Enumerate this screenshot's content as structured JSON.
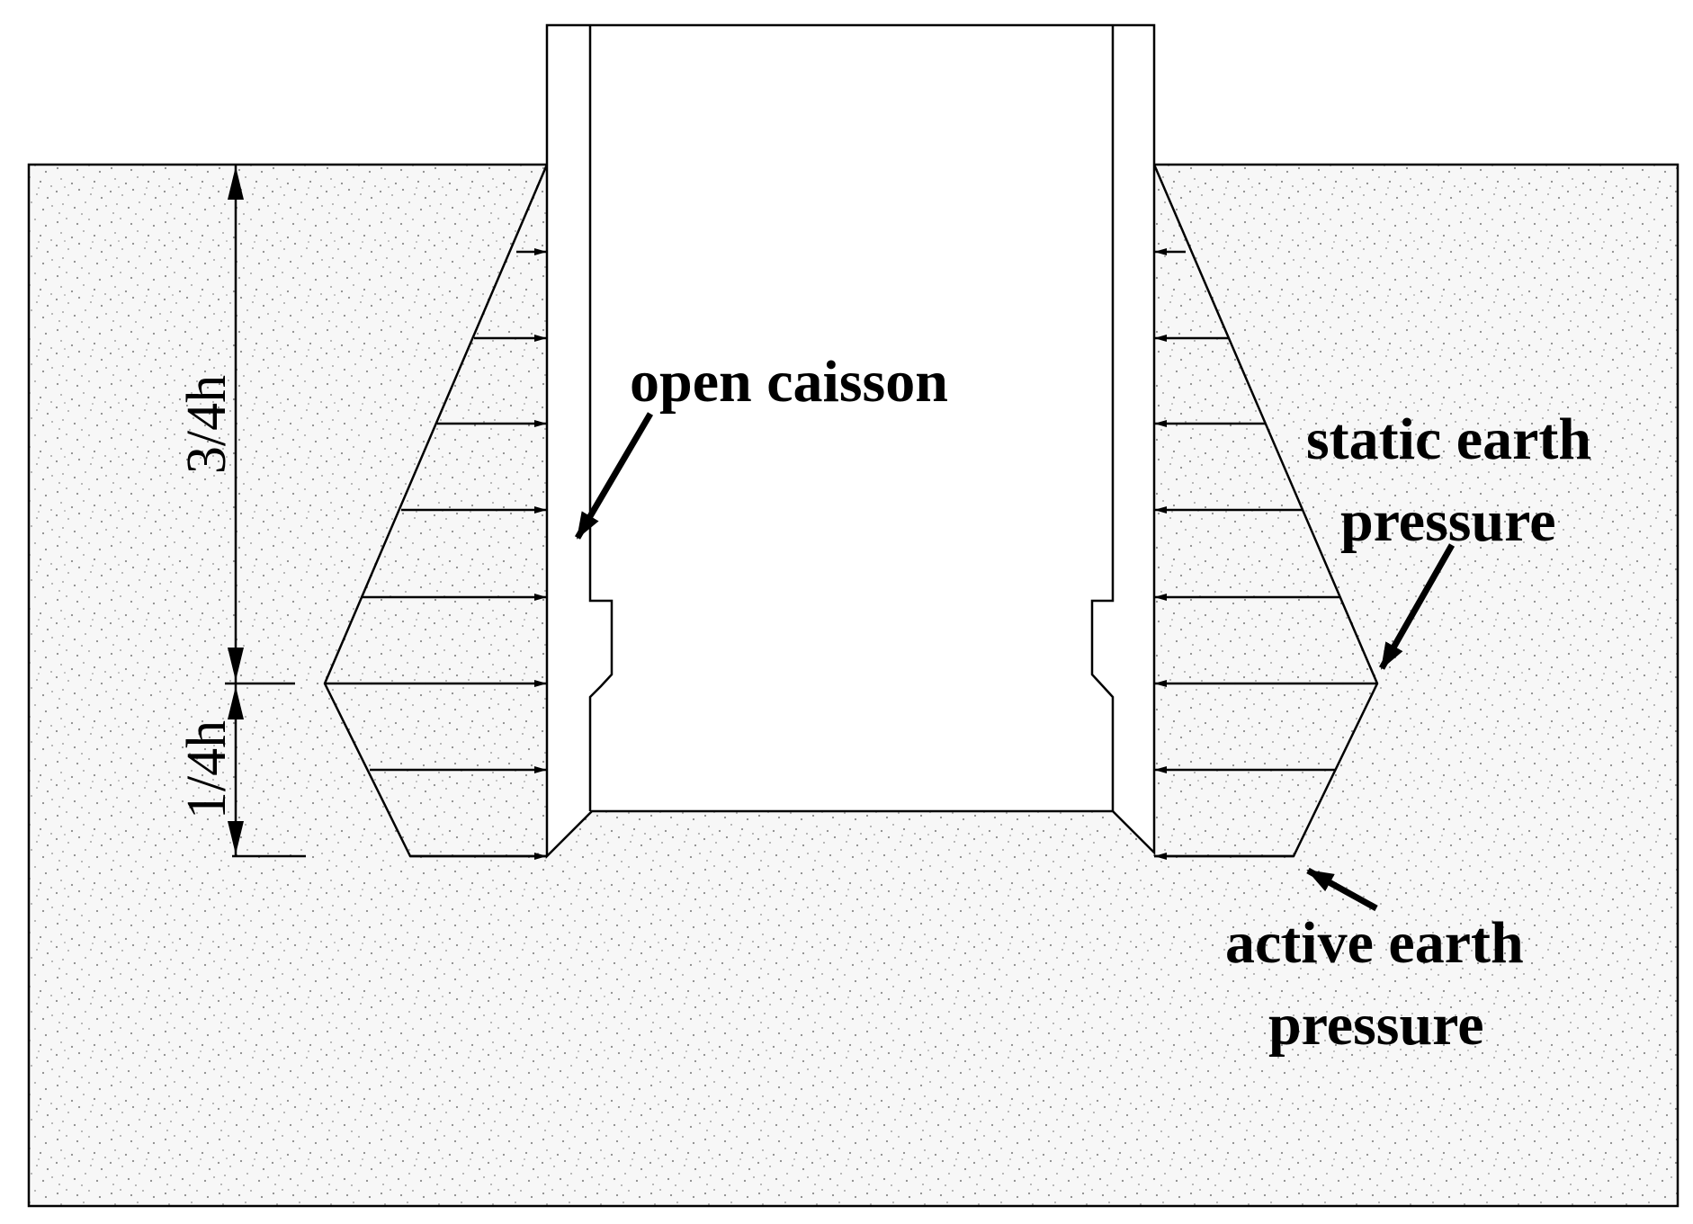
{
  "labels": {
    "open_caisson": "open caisson",
    "static_line1": "static earth",
    "static_line2": "pressure",
    "active_line1": "active earth",
    "active_line2": "pressure",
    "dim_upper": "3/4h",
    "dim_lower": "1/4h"
  },
  "colors": {
    "line": "#000000",
    "soil_fill": "#f7f7f7",
    "soil_speckle": "#8a8a8a",
    "caisson_fill": "#ffffff"
  },
  "icons": {
    "pressure_arrow": "arrowhead",
    "callout_arrow": "bold-arrow"
  }
}
